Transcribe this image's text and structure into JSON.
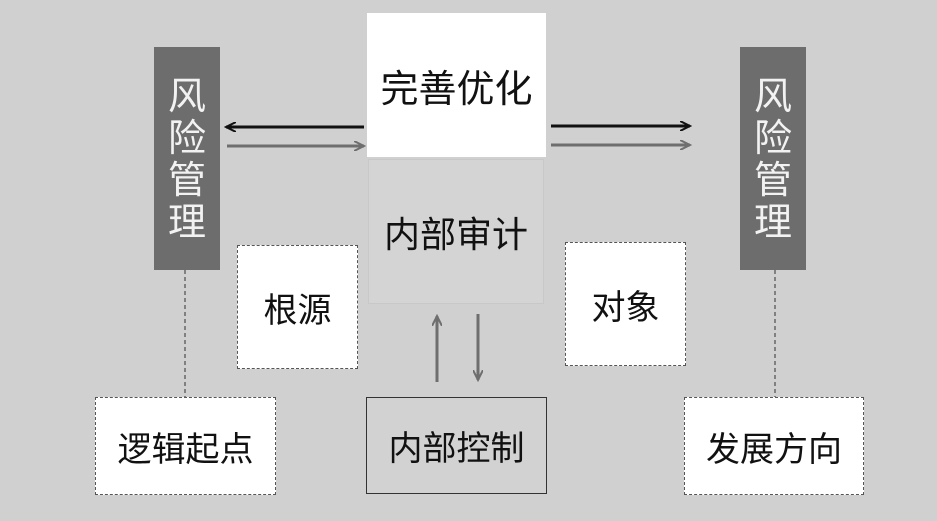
{
  "diagram": {
    "left_bar": {
      "chars": [
        "风",
        "险",
        "管",
        "理"
      ]
    },
    "right_bar": {
      "chars": [
        "风",
        "险",
        "管",
        "理"
      ]
    },
    "top_center": "完善优化",
    "center": "内部审计",
    "bottom_center": "内部控制",
    "left_mid": "根源",
    "right_mid": "对象",
    "left_bottom": "逻辑起点",
    "right_bottom": "发展方向"
  },
  "colors": {
    "background": "#d0d0d0",
    "bar_fill": "#6d6d6d",
    "arrow_dark": "#111111",
    "arrow_gray": "#6e6e6e"
  }
}
